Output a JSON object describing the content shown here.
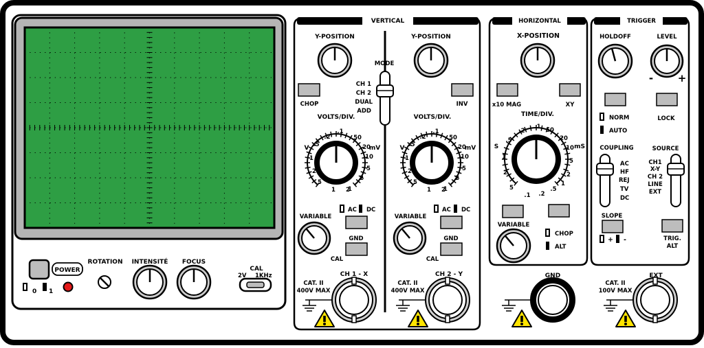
{
  "sections": {
    "vertical": "VERTICAL",
    "horizontal": "HORIZONTAL",
    "trigger": "TRIGGER"
  },
  "screen_panel": {
    "power": "POWER",
    "power_states": [
      "0",
      "1"
    ],
    "rotation": "ROTATION",
    "intensity": "INTENSITÉ",
    "focus": "FOCUS",
    "cal": "CAL",
    "cal_voltage": "2V",
    "cal_freq": "1KHz"
  },
  "vertical": {
    "ch1": {
      "y_position": "Y-POSITION",
      "chop": "CHOP",
      "volts_div": "VOLTS/DIV.",
      "variable": "VARIABLE",
      "cal": "CAL",
      "ac": "AC",
      "dc": "DC",
      "gnd": "GND",
      "cat": "CAT. II",
      "max": "400V MAX",
      "input": "CH 1 - X"
    },
    "mode": {
      "label": "MODE",
      "options": [
        "CH 1",
        "CH 2",
        "DUAL",
        "ADD"
      ]
    },
    "ch2": {
      "y_position": "Y-POSITION",
      "inv": "INV",
      "volts_div": "VOLTS/DIV.",
      "variable": "VARIABLE",
      "cal": "CAL",
      "ac": "AC",
      "dc": "DC",
      "gnd": "GND",
      "cat": "CAT. II",
      "max": "400V MAX",
      "input": "CH 2 - Y"
    },
    "dial": {
      "v_unit": "V",
      "mv_unit": "mV",
      "scale": [
        ".5",
        ".2",
        ".1",
        "50",
        "20",
        "10",
        "5",
        "2",
        "1",
        "5",
        "2",
        "1"
      ]
    }
  },
  "horizontal": {
    "x_position": "X-POSITION",
    "x10": "x10 MAG",
    "xy": "XY",
    "time_div": "TIME/DIV.",
    "s_unit": "S",
    "ms_unit": "mS",
    "scale": [
      ".5",
      ".2",
      ".1",
      "50",
      "20",
      "10",
      "5",
      "2",
      "1",
      ".5",
      ".2",
      ".1",
      "5",
      "2",
      "1"
    ],
    "variable": "VARIABLE",
    "chop": "CHOP",
    "alt": "ALT",
    "gnd": "GND"
  },
  "trigger": {
    "holdoff": "HOLDOFF",
    "level": "LEVEL",
    "minus": "-",
    "plus": "+",
    "norm": "NORM",
    "auto": "AUTO",
    "lock": "LOCK",
    "coupling": "COUPLING",
    "coupling_options": [
      "AC",
      "HF",
      "REJ",
      "TV",
      "DC"
    ],
    "source": "SOURCE",
    "source_options": [
      "CH1",
      "X-Y",
      "CH 2",
      "LINE",
      "EXT"
    ],
    "slope": "SLOPE",
    "slope_plus": "+",
    "slope_minus": "-",
    "trig_alt": [
      "TRIG.",
      "ALT"
    ],
    "cat": "CAT. II",
    "max": "100V MAX",
    "ext": "EXT"
  },
  "colors": {
    "screen": "#2e9e44",
    "button": "#bdbdbd",
    "led": "#e41a1a",
    "warning": "#ffe400",
    "panel_bg": "#ffffff",
    "frame": "#000000"
  }
}
